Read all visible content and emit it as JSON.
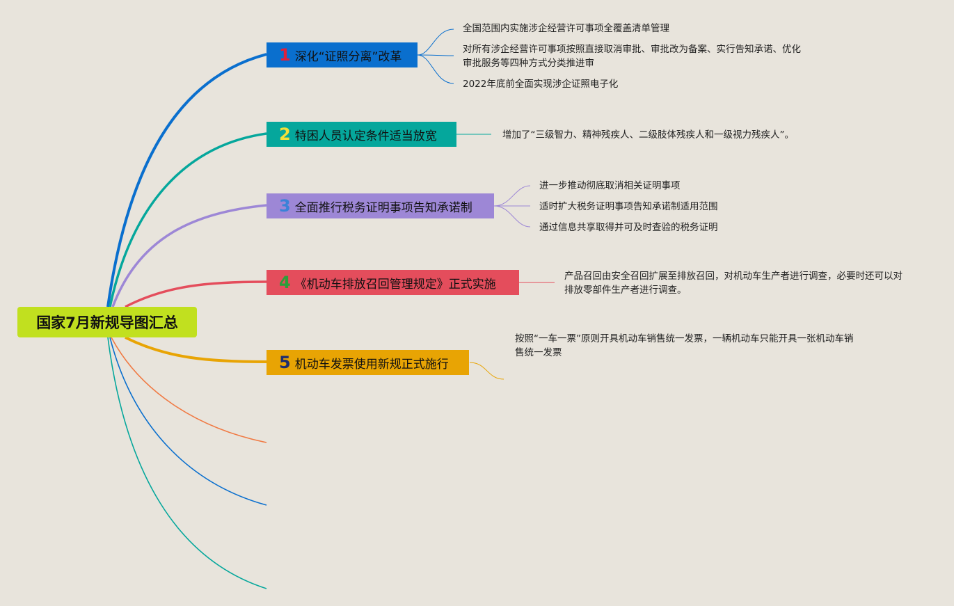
{
  "root": {
    "label": "国家7月新规导图汇总"
  },
  "colors": {
    "background": "#e8e4dc",
    "root": "#c1e01f",
    "branch1": "#0a6fce",
    "branch2": "#05a79c",
    "branch3": "#9d87d6",
    "branch4": "#e44d5c",
    "branch5": "#e8a404"
  },
  "branches": [
    {
      "num": "1",
      "label": "深化“证照分离”改革",
      "leaves": [
        "全国范围内实施涉企经营许可事项全覆盖清单管理",
        "对所有涉企经营许可事项按照直接取消审批、审批改为备案、实行告知承诺、优化审批服务等四种方式分类推进审",
        "2022年底前全面实现涉企证照电子化"
      ]
    },
    {
      "num": "2",
      "label": "特困人员认定条件适当放宽",
      "leaves": [
        "增加了“三级智力、精神残疾人、二级肢体残疾人和一级视力残疾人”。"
      ]
    },
    {
      "num": "3",
      "label": "全面推行税务证明事项告知承诺制",
      "leaves": [
        "进一步推动彻底取消相关证明事项",
        "适时扩大税务证明事项告知承诺制适用范围",
        "通过信息共享取得并可及时查验的税务证明"
      ]
    },
    {
      "num": "4",
      "label": "《机动车排放召回管理规定》正式实施",
      "leaves": [
        "产品召回由安全召回扩展至排放召回，对机动车生产者进行调查，必要时还可以对排放零部件生产者进行调查。"
      ]
    },
    {
      "num": "5",
      "label": "机动车发票使用新规正式施行",
      "leaves": [
        "按照“一车一票”原则开具机动车销售统一发票，一辆机动车只能开具一张机动车销售统一发票"
      ]
    }
  ]
}
